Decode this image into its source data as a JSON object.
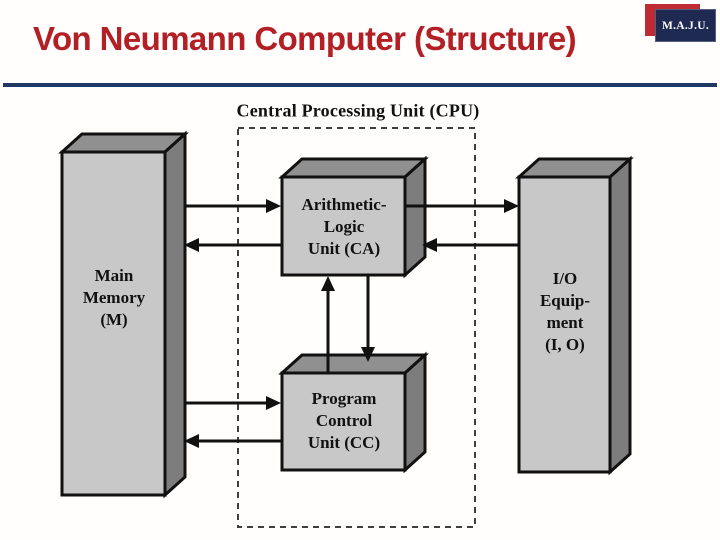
{
  "slide": {
    "title": "Von Neumann Computer (Structure)",
    "title_color": "#b22026",
    "divider_color": "#1f3864"
  },
  "logo": {
    "text": "M.A.J.U.",
    "navy_color": "#1e2a52",
    "red_color": "#bf2b33"
  },
  "diagram": {
    "cpu_group_label": "Central Processing Unit (CPU)",
    "nodes": [
      {
        "id": "main-memory",
        "label": "Main\nMemory\n(M)"
      },
      {
        "id": "arithmetic-logic-unit",
        "label": "Arithmetic-\nLogic\nUnit (CA)"
      },
      {
        "id": "program-control-unit",
        "label": "Program\nControl\nUnit (CC)"
      },
      {
        "id": "io-equipment",
        "label": "I/O\nEquip-\nment\n(I, O)"
      }
    ],
    "edges": [
      {
        "from": "main-memory",
        "to": "arithmetic-logic-unit"
      },
      {
        "from": "arithmetic-logic-unit",
        "to": "main-memory"
      },
      {
        "from": "arithmetic-logic-unit",
        "to": "io-equipment"
      },
      {
        "from": "io-equipment",
        "to": "arithmetic-logic-unit"
      },
      {
        "from": "main-memory",
        "to": "program-control-unit"
      },
      {
        "from": "program-control-unit",
        "to": "main-memory"
      },
      {
        "from": "program-control-unit",
        "to": "arithmetic-logic-unit"
      },
      {
        "from": "arithmetic-logic-unit",
        "to": "program-control-unit"
      }
    ],
    "colors": {
      "box_front": "#c8c8c8",
      "box_top": "#909090",
      "box_side": "#7d7d7d",
      "line": "#111111",
      "dashed_border": "#3f3f3f"
    }
  }
}
